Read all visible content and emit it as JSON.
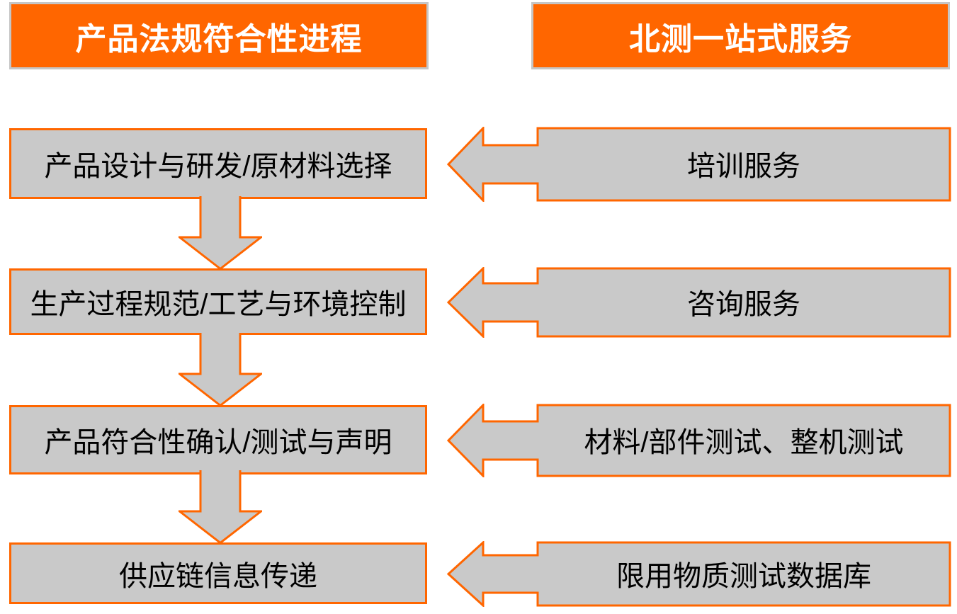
{
  "left_column": {
    "title": "产品法规符合性进程",
    "steps": [
      "产品设计与研发/原材料选择",
      "生产过程规范/工艺与环境控制",
      "产品符合性确认/测试与声明",
      "供应链信息传递"
    ]
  },
  "right_column": {
    "title": "北测一站式服务",
    "services": [
      "培训服务",
      "咨询服务",
      "材料/部件测试、整机测试",
      "限用物质测试数据库"
    ]
  },
  "icons": {
    "down_arrow": "down-arrow connecting each process step to the next",
    "left_arrow_callout": "left-arrow callout pointing from each service to its process step"
  },
  "colors": {
    "accent_orange": "#FF6600",
    "box_fill_gray": "#C9C9C9",
    "header_border_gray": "#C6C6C6",
    "header_text": "#FFFFFF",
    "body_text": "#000000",
    "background": "#FFFFFF"
  }
}
